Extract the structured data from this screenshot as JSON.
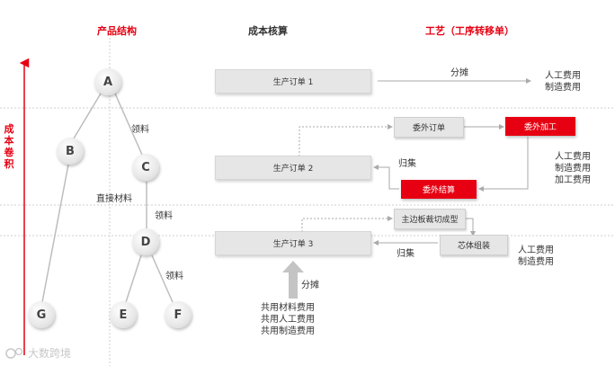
{
  "headers": {
    "product_structure": "产品结构",
    "cost_accounting": "成本核算",
    "process": "工艺（工序转移单）"
  },
  "side_label": "成本卷积",
  "nodes": {
    "A": "A",
    "B": "B",
    "C": "C",
    "D": "D",
    "E": "E",
    "F": "F",
    "G": "G"
  },
  "structure_labels": {
    "material_c": "领料",
    "direct_material": "直接材料",
    "material_d": "领料",
    "material_ef": "领料"
  },
  "orders": {
    "order1": "生产订单 1",
    "order2": "生产订单 2",
    "order3": "生产订单 3"
  },
  "process": {
    "outsource_order": "委外订单",
    "outsource_processing": "委外加工",
    "outsource_settlement": "委外结算",
    "main_board_cutting": "主边板裁切成型",
    "core_assembly": "芯体组装"
  },
  "flow_labels": {
    "allocate_top": "分摊",
    "collect_2": "归集",
    "collect_3": "归集",
    "allocate_bottom": "分摊"
  },
  "cost_lists": {
    "list1": [
      "人工费用",
      "制造费用"
    ],
    "list2": [
      "人工费用",
      "制造费用",
      "加工费用"
    ],
    "list3": [
      "人工费用",
      "制造费用"
    ],
    "shared": [
      "共用材料费用",
      "共用人工费用",
      "共用制造费用"
    ]
  },
  "watermark": "大数跨境",
  "colors": {
    "accent": "#e60012",
    "box_gray": "#e6e6e6",
    "line_gray": "#b5b5b5"
  }
}
